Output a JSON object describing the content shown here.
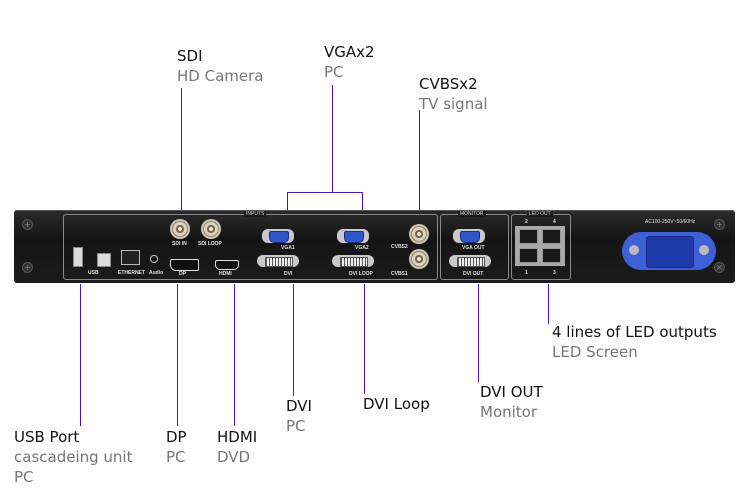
{
  "device": {
    "panel_labels": {
      "inputs": "INPUTS",
      "monitor": "MONITOR",
      "led_out": "LED OUT",
      "usb": "USB",
      "ethernet": "ETHERNET",
      "audio": "Audio",
      "dp": "DP",
      "hdmi": "HDMI",
      "sdi_in": "SDI IN",
      "sdi_loop": "SDI LOOP",
      "vga1": "VGA1",
      "vga2": "VGA2",
      "dvi": "DVI",
      "dvi_loop": "DVI LOOP",
      "cvbs2": "CVBS2",
      "cvbs1": "CVBS1",
      "vga_out": "VGA OUT",
      "dvi_out": "DVI OUT",
      "led_port_2": "2",
      "led_port_4": "4",
      "led_port_1": "1",
      "led_port_3": "3",
      "power_rating": "AC100-250V~50/60Hz"
    }
  },
  "callouts": {
    "sdi": {
      "title": "SDI",
      "sub": "HD Camera"
    },
    "vga": {
      "title": "VGAx2",
      "sub": "PC"
    },
    "cvbs": {
      "title": "CVBSx2",
      "sub": "TV signal"
    },
    "usb": {
      "title": "USB Port",
      "sub": "cascadeing unit",
      "sub2": "PC"
    },
    "dp": {
      "title": "DP",
      "sub": "PC"
    },
    "hdmi": {
      "title": "HDMI",
      "sub": "DVD"
    },
    "dvi": {
      "title": "DVI",
      "sub": "PC"
    },
    "dvi_loop": {
      "title": "DVI Loop"
    },
    "dvi_out": {
      "title": "DVI OUT",
      "sub": "Monitor"
    },
    "led_out": {
      "title": "4 lines of LED outputs",
      "sub": "LED Screen"
    }
  },
  "colors": {
    "leader_line": "#4a18c9",
    "title_text": "#111111",
    "subtitle_text": "#777777",
    "chassis": "#1b1b1b"
  }
}
